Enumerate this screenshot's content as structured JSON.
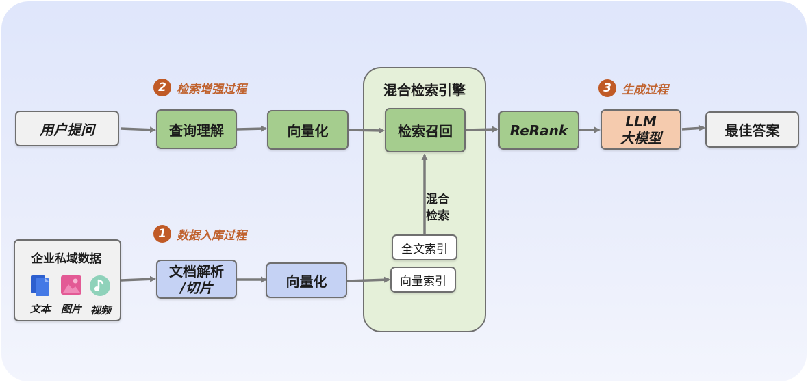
{
  "engine": {
    "title": "混合检索引擎"
  },
  "stages": [
    {
      "num": "1",
      "label": "数据入库过程"
    },
    {
      "num": "2",
      "label": "检索增强过程"
    },
    {
      "num": "3",
      "label": "生成过程"
    }
  ],
  "top_row": {
    "user_question": "用户提问",
    "query_understanding": "查询理解",
    "vectorize": "向量化",
    "recall": "检索召回",
    "rerank": "ReRank",
    "llm_line1": "LLM",
    "llm_line2": "大模型",
    "best_answer": "最佳答案"
  },
  "bottom_row": {
    "source_title": "企业私域数据",
    "source_items": [
      "文本",
      "图片",
      "视频"
    ],
    "parse_line1": "文档解析",
    "parse_line2": "/切片",
    "vectorize": "向量化",
    "fulltext_index": "全文索引",
    "vector_index": "向量索引"
  },
  "hybrid_label": [
    "混合",
    "检索"
  ],
  "colors": {
    "green_box": "#a5cd8e",
    "blue_box": "#c5d2f4",
    "orange_box": "#f5cbae",
    "engine_bg": "#e5f0d9",
    "stage_label": "#c0622e",
    "arrow": "#7a7a7a"
  },
  "icons": [
    "document-icon",
    "image-icon",
    "music-icon"
  ]
}
